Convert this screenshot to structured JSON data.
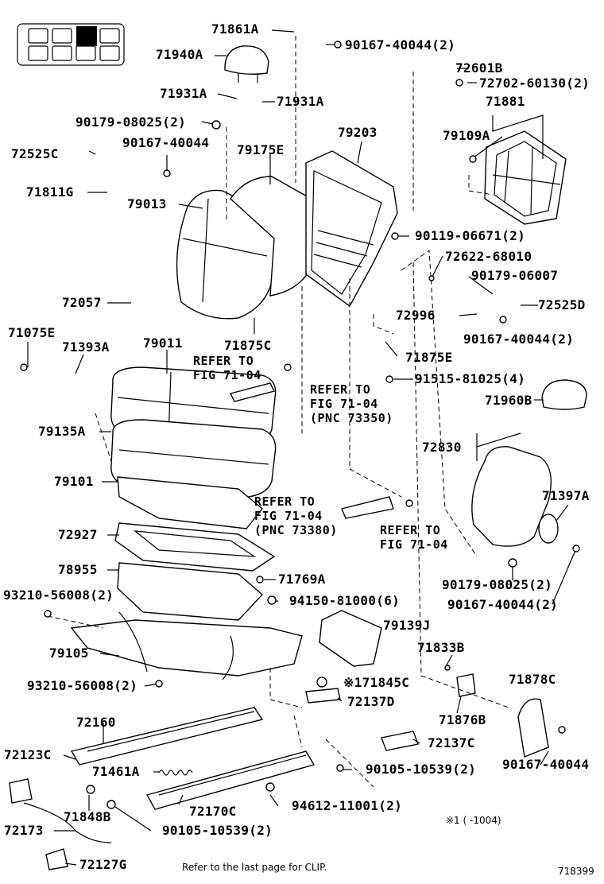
{
  "parts": {
    "p71861A": "71861A",
    "p90167_40044_2_top": "90167-40044(2)",
    "p71940A": "71940A",
    "p72601B": "72601B",
    "p72702_60130_2": "72702-60130(2)",
    "p71931A_left": "71931A",
    "p71931A_right": "71931A",
    "p71881": "71881",
    "p90179_08025_2_top": "90179-08025(2)",
    "p79203": "79203",
    "p79109A": "79109A",
    "p72525C": "72525C",
    "p90167_40044_mid": "90167-40044",
    "p79175E": "79175E",
    "p71811G": "71811G",
    "p79013": "79013",
    "p90119_06671_2": "90119-06671(2)",
    "p72622_68010": "72622-68010",
    "p90179_06007": "90179-06007",
    "p72057": "72057",
    "p72525D": "72525D",
    "p72996": "72996",
    "p90167_40044_2_mid": "90167-40044(2)",
    "p71075E": "71075E",
    "p71875C": "71875C",
    "p71393A": "71393A",
    "p79011": "79011",
    "p71875E": "71875E",
    "p91515_81025_4": "91515-81025(4)",
    "p71960B": "71960B",
    "p79135A": "79135A",
    "p72830": "72830",
    "p79101": "79101",
    "p71397A": "71397A",
    "p72927": "72927",
    "p78955": "78955",
    "p71769A": "71769A",
    "p90179_08025_2_low": "90179-08025(2)",
    "p93210_56008_2_a": "93210-56008(2)",
    "p94150_81000_6": "94150-81000(6)",
    "p90167_40044_2_low": "90167-40044(2)",
    "p79139J": "79139J",
    "p79105": "79105",
    "p71833B": "71833B",
    "p71878C": "71878C",
    "p93210_56008_2_b": "93210-56008(2)",
    "p71845C": "※171845C",
    "p72137D": "72137D",
    "p71876B": "71876B",
    "p72160": "72160",
    "p72137C": "72137C",
    "p72123C": "72123C",
    "p90167_40044_low": "90167-40044",
    "p71461A": "71461A",
    "p90105_10539_2_r": "90105-10539(2)",
    "p71848B": "71848B",
    "p72170C": "72170C",
    "p94612_11001_2": "94612-11001(2)",
    "p72173": "72173",
    "p90105_10539_2_l": "90105-10539(2)",
    "p72127G": "72127G"
  },
  "refs": {
    "ref_a": "REFER TO\nFIG 71-04",
    "ref_b": "REFER TO\nFIG 71-04\n(PNC 73350)",
    "ref_c": "REFER TO\nFIG 71-04\n(PNC 73380)",
    "ref_d": "REFER TO\nFIG 71-04"
  },
  "notes": {
    "footnote": "※1  (    -1004)",
    "clip_note": "Refer to the last page for CLIP.",
    "figure_number": "718399"
  },
  "colors": {
    "line": "#000000",
    "background": "#ffffff",
    "seat_selected": "#000000"
  }
}
